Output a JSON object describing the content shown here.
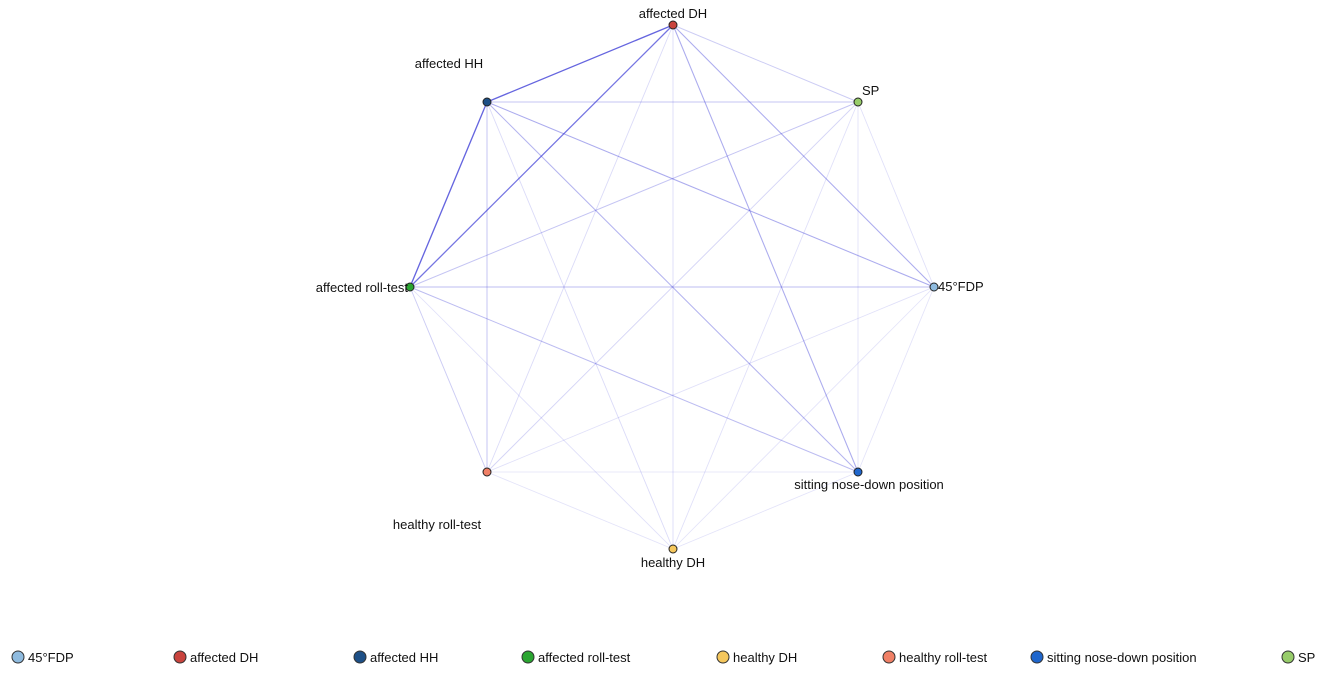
{
  "nodes": [
    {
      "id": "fdp45",
      "label": "45°FDP",
      "color": "#8fbbdf"
    },
    {
      "id": "affected_dh",
      "label": "affected DH",
      "color": "#c9433d"
    },
    {
      "id": "affected_hh",
      "label": "affected HH",
      "color": "#1d4f86"
    },
    {
      "id": "affected_roll",
      "label": "affected roll-test",
      "color": "#2aa531"
    },
    {
      "id": "healthy_dh",
      "label": "healthy DH",
      "color": "#f5c75d"
    },
    {
      "id": "healthy_roll",
      "label": "healthy  roll-test",
      "color": "#f08066"
    },
    {
      "id": "sitting",
      "label": "sitting nose-down position",
      "color": "#1f66cc"
    },
    {
      "id": "sp",
      "label": "SP",
      "color": "#97cc6a"
    }
  ],
  "edges": [
    {
      "source": "affected_dh",
      "target": "affected_hh",
      "weight": 0.9
    },
    {
      "source": "affected_dh",
      "target": "affected_roll",
      "weight": 0.8
    },
    {
      "source": "affected_hh",
      "target": "affected_roll",
      "weight": 0.9
    },
    {
      "source": "affected_dh",
      "target": "sp",
      "weight": 0.25
    },
    {
      "source": "affected_dh",
      "target": "fdp45",
      "weight": 0.45
    },
    {
      "source": "affected_dh",
      "target": "sitting",
      "weight": 0.45
    },
    {
      "source": "affected_dh",
      "target": "healthy_dh",
      "weight": 0.15
    },
    {
      "source": "affected_dh",
      "target": "healthy_roll",
      "weight": 0.15
    },
    {
      "source": "affected_hh",
      "target": "sp",
      "weight": 0.3
    },
    {
      "source": "affected_hh",
      "target": "fdp45",
      "weight": 0.45
    },
    {
      "source": "affected_hh",
      "target": "sitting",
      "weight": 0.4
    },
    {
      "source": "affected_hh",
      "target": "healthy_roll",
      "weight": 0.3
    },
    {
      "source": "affected_hh",
      "target": "healthy_dh",
      "weight": 0.15
    },
    {
      "source": "affected_roll",
      "target": "sp",
      "weight": 0.3
    },
    {
      "source": "affected_roll",
      "target": "fdp45",
      "weight": 0.35
    },
    {
      "source": "affected_roll",
      "target": "sitting",
      "weight": 0.35
    },
    {
      "source": "affected_roll",
      "target": "healthy_roll",
      "weight": 0.25
    },
    {
      "source": "affected_roll",
      "target": "healthy_dh",
      "weight": 0.12
    },
    {
      "source": "sp",
      "target": "fdp45",
      "weight": 0.12
    },
    {
      "source": "sp",
      "target": "sitting",
      "weight": 0.12
    },
    {
      "source": "sp",
      "target": "healthy_dh",
      "weight": 0.12
    },
    {
      "source": "sp",
      "target": "healthy_roll",
      "weight": 0.2
    },
    {
      "source": "fdp45",
      "target": "sitting",
      "weight": 0.1
    },
    {
      "source": "fdp45",
      "target": "healthy_dh",
      "weight": 0.1
    },
    {
      "source": "fdp45",
      "target": "healthy_roll",
      "weight": 0.12
    },
    {
      "source": "sitting",
      "target": "healthy_dh",
      "weight": 0.1
    },
    {
      "source": "sitting",
      "target": "healthy_roll",
      "weight": 0.1
    },
    {
      "source": "healthy_dh",
      "target": "healthy_roll",
      "weight": 0.1
    }
  ],
  "legend": [
    {
      "label": "45°FDP",
      "color": "#8fbbdf"
    },
    {
      "label": "affected DH",
      "color": "#c9433d"
    },
    {
      "label": "affected HH",
      "color": "#1d4f86"
    },
    {
      "label": "affected roll-test",
      "color": "#2aa531"
    },
    {
      "label": "healthy DH",
      "color": "#f5c75d"
    },
    {
      "label": "healthy  roll-test",
      "color": "#f08066"
    },
    {
      "label": "sitting nose-down position",
      "color": "#1f66cc"
    },
    {
      "label": "SP",
      "color": "#97cc6a"
    }
  ],
  "edge_color": "#3a3ad6"
}
